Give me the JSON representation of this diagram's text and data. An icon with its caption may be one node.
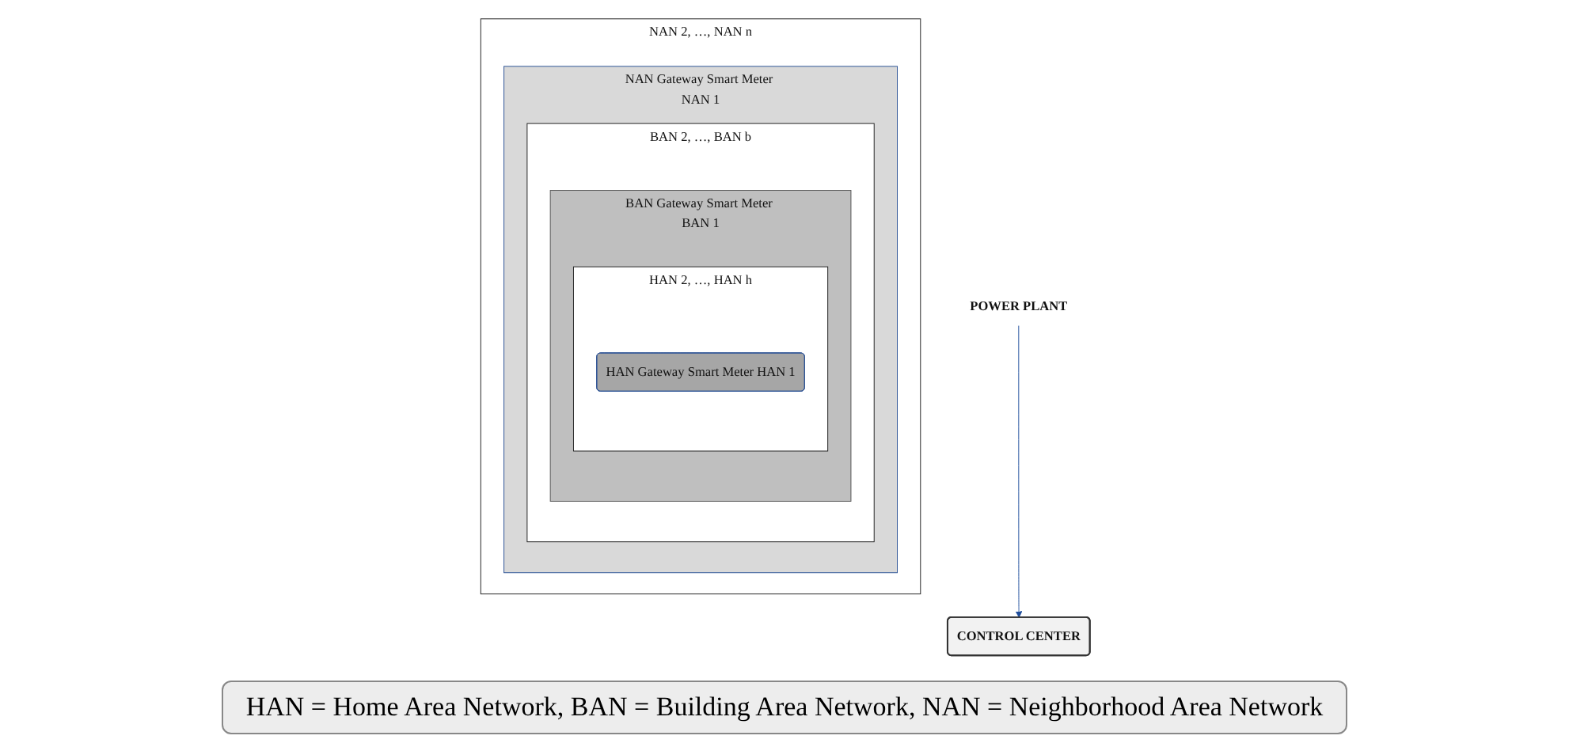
{
  "diagram": {
    "nodes": [
      {
        "text": [
          "CONTROL CENTER"
        ]
      },
      {
        "text": [
          "POWER PLANT"
        ]
      },
      {
        "text": [
          "NAN 2, …, NAN n"
        ]
      },
      {
        "text": [
          "NAN Gateway Smart Meter NAN 1"
        ],
        "in": 2
      },
      {
        "text": [
          "BAN 2, …, BAN b"
        ],
        "in": 3
      },
      {
        "text": [
          "BAN Gateway Smart Meter BAN 1"
        ],
        "in": 4
      },
      {
        "text": [
          "HAN 2, …, HAN h"
        ],
        "in": 5
      },
      {
        "text": [
          "HAN Gateway Smart Meter HAN 1"
        ],
        "in": 6
      }
    ],
    "edges": [
      {
        "from": 1,
        "to": 0,
        "arrow": "to",
        "color": "#1f4e9c"
      }
    ],
    "caption": "HAN = Home Area Network, BAN = Building Area Network, NAN = Neighborhood Area Network"
  }
}
